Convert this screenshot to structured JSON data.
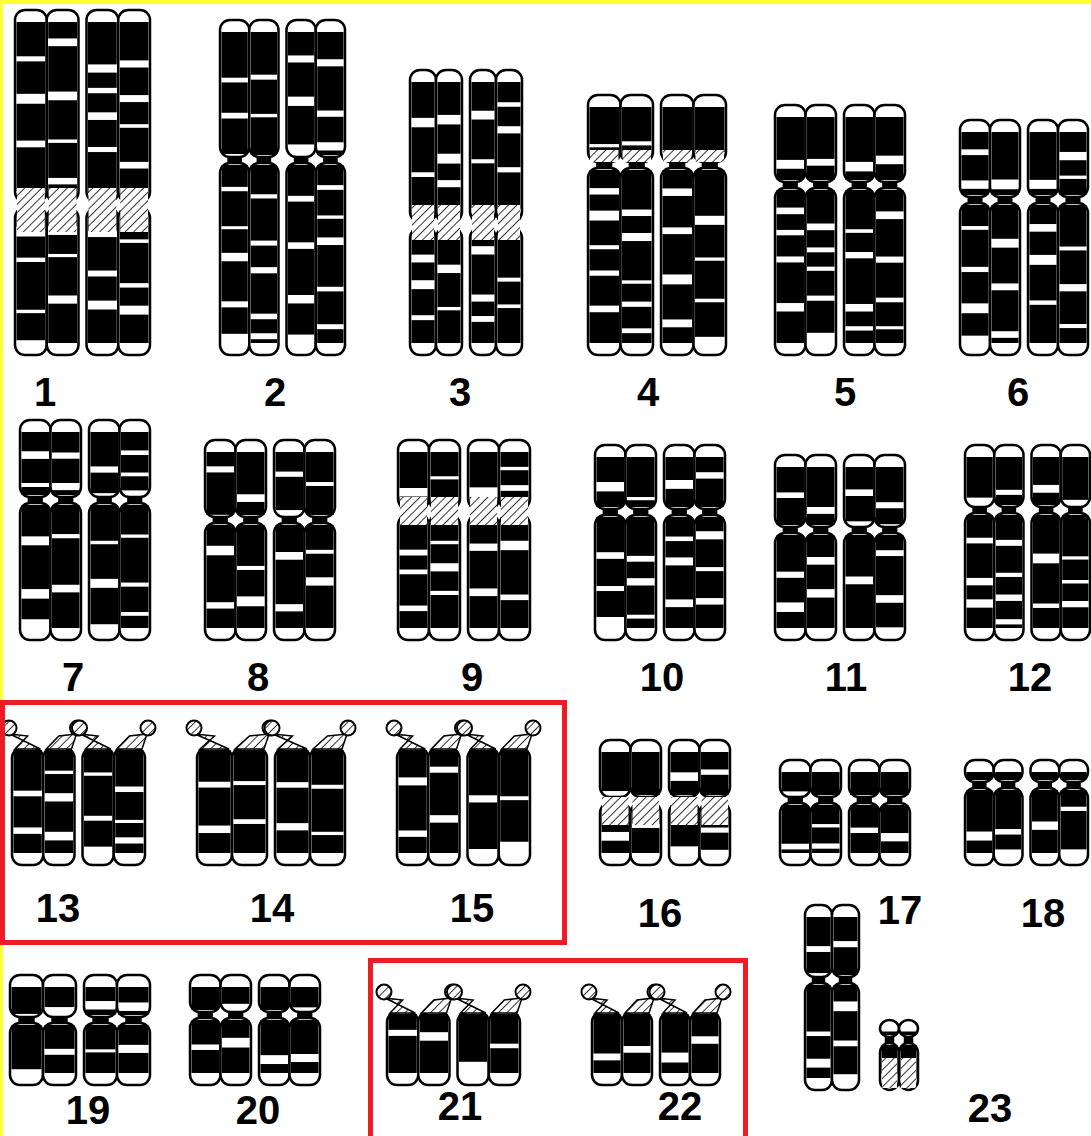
{
  "diagram": {
    "nodes": [
      {
        "text": [
          "13",
          "14",
          "15"
        ]
      },
      {
        "text": [
          "21",
          "22"
        ]
      }
    ],
    "labels": [
      "1",
      "2",
      "3",
      "4",
      "5",
      "6",
      "7",
      "8",
      "9",
      "10",
      "11",
      "12",
      "16",
      "17",
      "18",
      "19",
      "20",
      "23"
    ]
  }
}
